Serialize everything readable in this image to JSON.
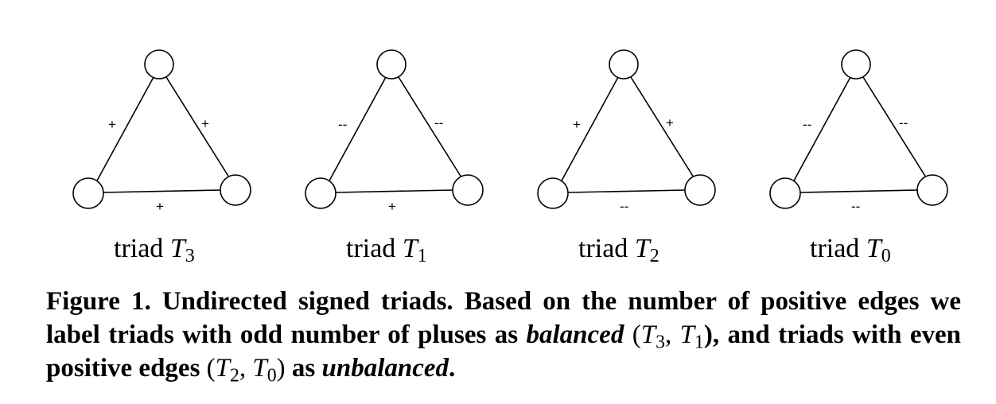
{
  "triads": [
    {
      "name_prefix": "triad ",
      "symbol": "T",
      "index": "3",
      "signs": {
        "left": "+",
        "right": "+",
        "bottom": "+"
      }
    },
    {
      "name_prefix": "triad ",
      "symbol": "T",
      "index": "1",
      "signs": {
        "left": "--",
        "right": "--",
        "bottom": "+"
      }
    },
    {
      "name_prefix": "triad ",
      "symbol": "T",
      "index": "2",
      "signs": {
        "left": "+",
        "right": "+",
        "bottom": "--"
      }
    },
    {
      "name_prefix": "triad ",
      "symbol": "T",
      "index": "0",
      "signs": {
        "left": "--",
        "right": "--",
        "bottom": "--"
      }
    }
  ],
  "caption": {
    "part1": "Figure 1.  Undirected signed triads.  Based on the number of positive edges we label triads with odd number of pluses as ",
    "balanced": "balanced",
    "math1_open": " (",
    "math1_t_a": "T",
    "math1_sub_a": "3",
    "math1_sep": ", ",
    "math1_t_b": "T",
    "math1_sub_b": "1",
    "math1_close": "),",
    "part2": " and triads with even positive edges ",
    "math2_open": "(",
    "math2_t_a": "T",
    "math2_sub_a": "2",
    "math2_sep": ", ",
    "math2_t_b": "T",
    "math2_sub_b": "0",
    "math2_close": ")",
    "part3": " as ",
    "unbalanced": "unbalanced",
    "end": "."
  },
  "colors": {
    "stroke": "#000000",
    "node_fill": "#ffffff",
    "background": "#ffffff"
  }
}
